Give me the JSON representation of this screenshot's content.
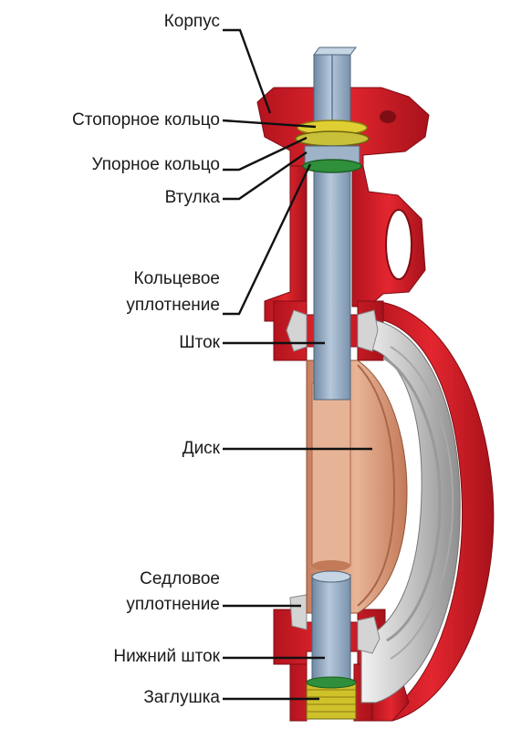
{
  "labels": {
    "body": "Корпус",
    "retaining_ring": "Стопорное кольцо",
    "thrust_ring": "Упорное кольцо",
    "bushing": "Втулка",
    "o_ring_line1": "Кольцевое",
    "o_ring_line2": "уплотнение",
    "stem": "Шток",
    "disc": "Диск",
    "seat_line1": "Седловое",
    "seat_line2": "уплотнение",
    "lower_stem": "Нижний шток",
    "plug": "Заглушка"
  },
  "colors": {
    "body_red": "#d8202c",
    "body_red_dark": "#a3121b",
    "disc_copper": "#d99b7c",
    "disc_copper_dark": "#b8704f",
    "stem_steel": "#8fa6bf",
    "seat_grey": "#c9c9c9",
    "ring_yellow": "#e3d23a",
    "ring_green": "#2f8f3a",
    "plug_yellow": "#cfc12a"
  }
}
